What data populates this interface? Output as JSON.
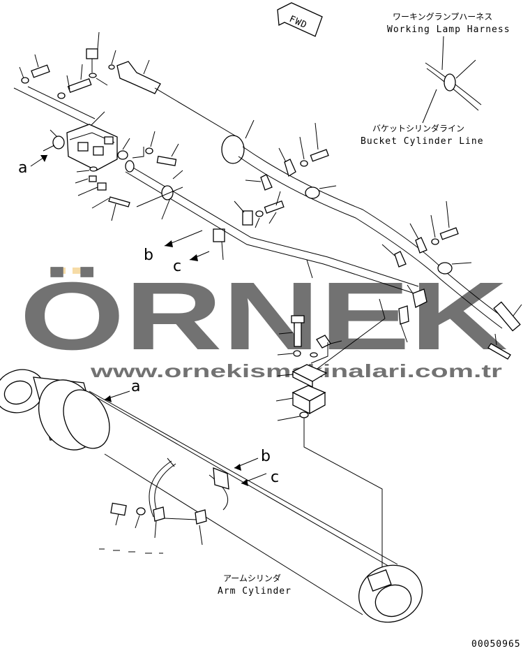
{
  "labels": {
    "fwd": "FWD",
    "working_lamp_jp": "ワーキングランプハーネス",
    "working_lamp_en": "Working Lamp Harness",
    "bucket_line_jp": "バケットシリンダライン",
    "bucket_line_en": "Bucket Cylinder Line",
    "arm_cyl_jp": "アームシリンダ",
    "arm_cyl_en": "Arm Cylinder",
    "ref_a": "a",
    "ref_b": "b",
    "ref_c": "c",
    "part_code": "00050965"
  },
  "watermark": {
    "logo": "ÖRNEK",
    "url": "www.ornekismakinalari.com.tr",
    "logo_color": "#c8c8c8",
    "accent_color": "#f0c060"
  }
}
